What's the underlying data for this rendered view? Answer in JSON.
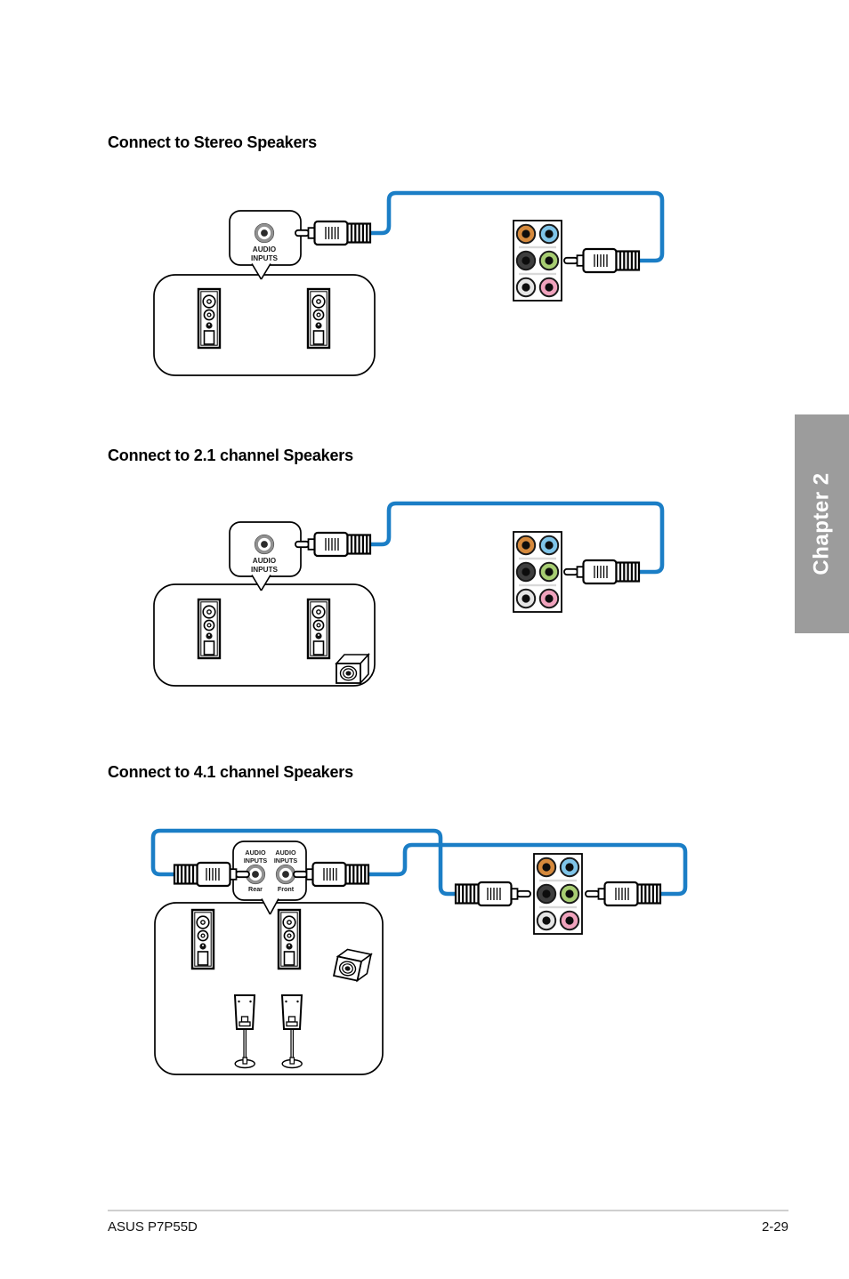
{
  "page": {
    "chapter_tab": {
      "label": "Chapter 2",
      "bg_color": "#9C9C9C",
      "text_color": "#FFFFFF"
    },
    "footer": {
      "model": "ASUS P7P55D",
      "page_number": "2-29"
    }
  },
  "colors": {
    "cable": "#1B7EC6",
    "port_orange": "#D5893C",
    "port_light_blue": "#7FC4E8",
    "port_black": "#3E3E3E",
    "port_green": "#A7CD72",
    "port_gray": "#E6E6E6",
    "port_pink": "#F0A3BD"
  },
  "sections": [
    {
      "heading": "Connect to Stereo Speakers",
      "callout": {
        "line1": "AUDIO",
        "line2": "INPUTS"
      }
    },
    {
      "heading": "Connect to 2.1 channel Speakers",
      "callout": {
        "line1": "AUDIO",
        "line2": "INPUTS"
      }
    },
    {
      "heading": "Connect to 4.1 channel Speakers",
      "callout_rear": {
        "line1": "AUDIO",
        "line2": "INPUTS",
        "jack_label": "Rear"
      },
      "callout_front": {
        "line1": "AUDIO",
        "line2": "INPUTS",
        "jack_label": "Front"
      }
    }
  ]
}
